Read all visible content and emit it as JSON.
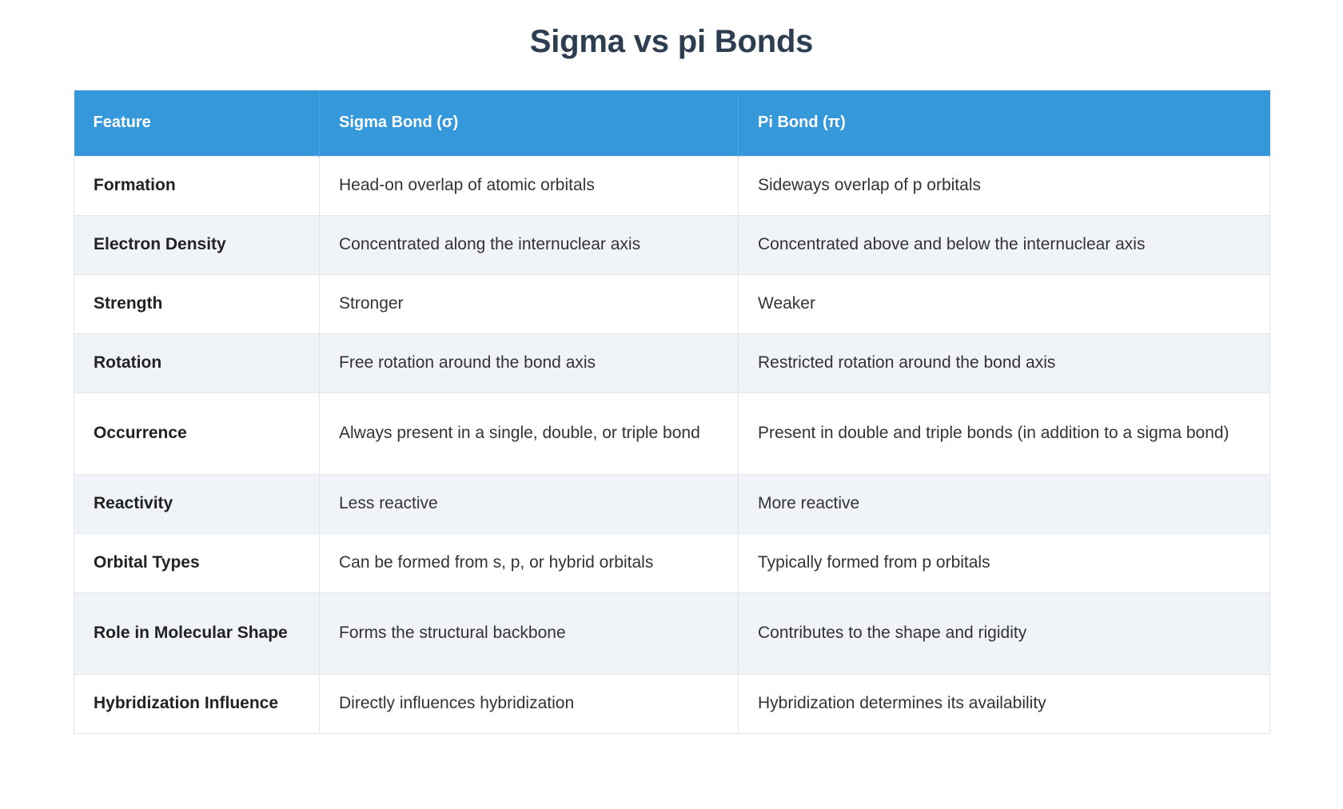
{
  "title": "Sigma vs pi Bonds",
  "table": {
    "columns": [
      "Feature",
      "Sigma Bond (σ)",
      "Pi Bond (π)"
    ],
    "accent_color": "#3498db",
    "header_text_color": "#ffffff",
    "stripe_color": "#f0f3f8",
    "rows": [
      {
        "feature": "Formation",
        "sigma": "Head-on overlap of atomic orbitals",
        "pi": "Sideways overlap of p orbitals"
      },
      {
        "feature": "Electron Density",
        "sigma": "Concentrated along the internuclear axis",
        "pi": "Concentrated above and below the internuclear axis"
      },
      {
        "feature": "Strength",
        "sigma": "Stronger",
        "pi": "Weaker"
      },
      {
        "feature": "Rotation",
        "sigma": "Free rotation around the bond axis",
        "pi": "Restricted rotation around the bond axis"
      },
      {
        "feature": "Occurrence",
        "sigma": "Always present in a single, double, or triple bond",
        "pi": "Present in double and triple bonds (in addition to a sigma bond)"
      },
      {
        "feature": "Reactivity",
        "sigma": "Less reactive",
        "pi": "More reactive"
      },
      {
        "feature": "Orbital Types",
        "sigma": "Can be formed from s, p, or hybrid orbitals",
        "pi": "Typically formed from p orbitals"
      },
      {
        "feature": "Role in Molecular Shape",
        "sigma": "Forms the structural backbone",
        "pi": "Contributes to the shape and rigidity"
      },
      {
        "feature": "Hybridization Influence",
        "sigma": "Directly influences hybridization",
        "pi": "Hybridization determines its availability"
      }
    ]
  }
}
